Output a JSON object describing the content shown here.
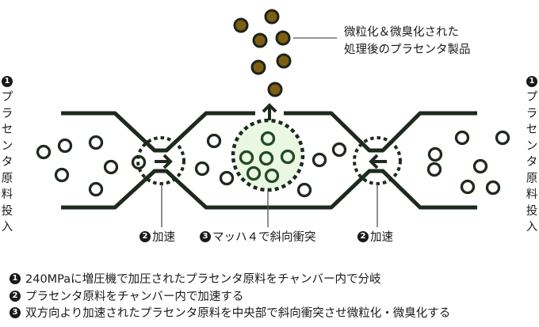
{
  "colors": {
    "ink": "#1f2a1f",
    "product_fill": "#7d5e12",
    "collision_fill": "#eaf7e3",
    "collision_ring": "#244a24",
    "text": "#1a1a1a"
  },
  "input_labels": {
    "left": {
      "number": "1",
      "chars": [
        "プ",
        "ラ",
        "セ",
        "ン",
        "タ",
        "原",
        "料",
        "投",
        "入"
      ]
    },
    "right": {
      "number": "1",
      "chars": [
        "プ",
        "ラ",
        "セ",
        "ン",
        "タ",
        "原",
        "料",
        "投",
        "入"
      ]
    }
  },
  "product_label": {
    "line1": "微粒化＆微臭化された",
    "line2": "処理後のプラセンタ製品"
  },
  "step_labels": {
    "left": {
      "number": "2",
      "text": "加速"
    },
    "center": {
      "number": "3",
      "text": "マッハ４で斜向衝突"
    },
    "right": {
      "number": "2",
      "text": "加速"
    }
  },
  "notes": [
    {
      "number": "1",
      "text": "240MPaに増圧機で加圧されたプラセンタ原料をチャンバー内で分岐"
    },
    {
      "number": "2",
      "text": "プラセンタ原料をチャンバー内で加速する"
    },
    {
      "number": "3",
      "text": "双方向より加速されたプラセンタ原料を中央部で斜向衝突させ微粒化・微臭化する"
    }
  ],
  "icons": {
    "accel_left": "arrow-right-icon",
    "accel_right": "arrow-left-icon",
    "output": "arrow-up-icon"
  }
}
